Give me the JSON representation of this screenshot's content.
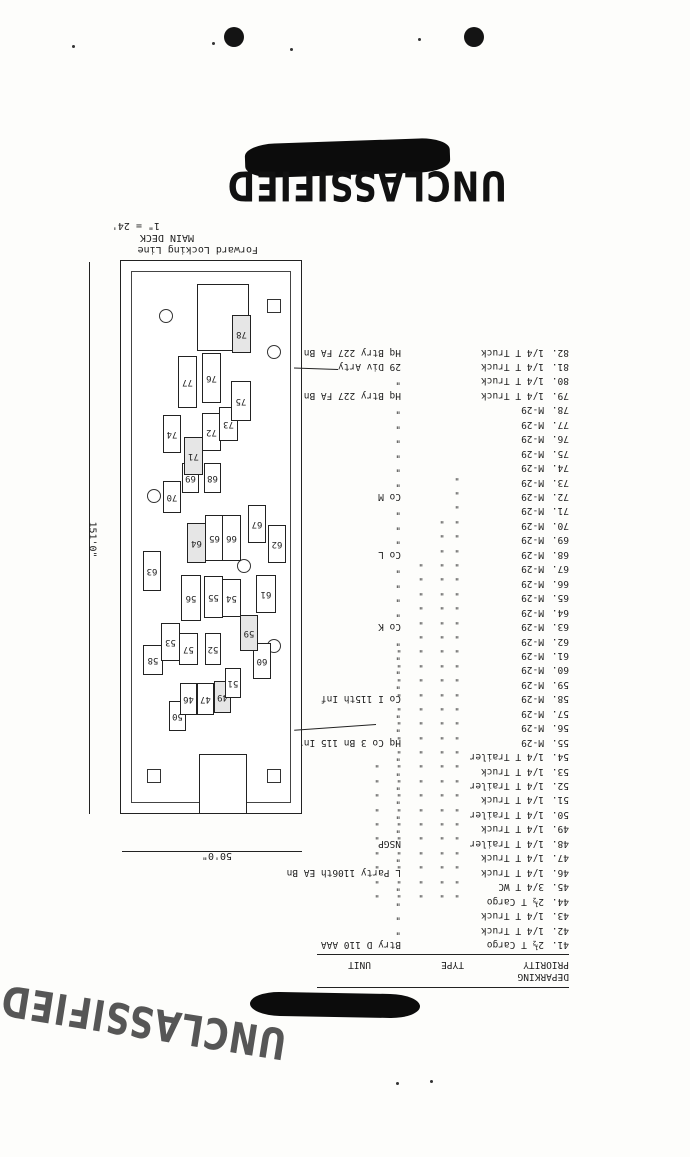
{
  "stamp": {
    "top": "UNCLASSIFIED",
    "bottom": "UNCLASSIFIED"
  },
  "table": {
    "title": "DEPARKING",
    "headers": {
      "priority": "PRIORITY",
      "type": "TYPE",
      "unit": "UNIT"
    },
    "rows": [
      {
        "n": "41.",
        "t": "2½ T Cargo",
        "u": "Btry D 110 AAA"
      },
      {
        "n": "42.",
        "t": "1/4 T Truck",
        "u": "\""
      },
      {
        "n": "43.",
        "t": "1/4 T Truck",
        "u": "\""
      },
      {
        "n": "44.",
        "t": "2½ T Cargo",
        "u": "\""
      },
      {
        "n": "45.",
        "t": "3/4 T WC",
        "u": "\""
      },
      {
        "n": "46.",
        "t": "1/4 T Truck",
        "u": "L Party 1106th EA Bn"
      },
      {
        "n": "47.",
        "t": "1/4 T Truck",
        "u": "\""
      },
      {
        "n": "48.",
        "t": "1/4 T Trailer",
        "u": "NSGP"
      },
      {
        "n": "49.",
        "t": "1/4 T Truck",
        "u": "\""
      },
      {
        "n": "50.",
        "t": "1/4 T Trailer",
        "u": "\""
      },
      {
        "n": "51.",
        "t": "1/4 T Truck",
        "u": "\""
      },
      {
        "n": "52.",
        "t": "1/4 T Trailer",
        "u": "\""
      },
      {
        "n": "53.",
        "t": "1/4 T Truck",
        "u": "\""
      },
      {
        "n": "54.",
        "t": "1/4 T Trailer",
        "u": "\""
      },
      {
        "n": "55.",
        "t": "M-29",
        "u": "Hq Co 3 Bn 115 Inf"
      },
      {
        "n": "56.",
        "t": "M-29",
        "u": "\""
      },
      {
        "n": "57.",
        "t": "M-29",
        "u": "\""
      },
      {
        "n": "58.",
        "t": "M-29",
        "u": "Co I 115th Inf"
      },
      {
        "n": "59.",
        "t": "M-29",
        "u": "\""
      },
      {
        "n": "60.",
        "t": "M-29",
        "u": "\""
      },
      {
        "n": "61.",
        "t": "M-29",
        "u": "\""
      },
      {
        "n": "62.",
        "t": "M-29",
        "u": "\""
      },
      {
        "n": "63.",
        "t": "M-29",
        "u": "Co K"
      },
      {
        "n": "64.",
        "t": "M-29",
        "u": "\""
      },
      {
        "n": "65.",
        "t": "M-29",
        "u": "\""
      },
      {
        "n": "66.",
        "t": "M-29",
        "u": "\""
      },
      {
        "n": "67.",
        "t": "M-29",
        "u": "\""
      },
      {
        "n": "68.",
        "t": "M-29",
        "u": "Co L"
      },
      {
        "n": "69.",
        "t": "M-29",
        "u": "\""
      },
      {
        "n": "70.",
        "t": "M-29",
        "u": "\""
      },
      {
        "n": "71.",
        "t": "M-29",
        "u": "\""
      },
      {
        "n": "72.",
        "t": "M-29",
        "u": "Co M"
      },
      {
        "n": "73.",
        "t": "M-29",
        "u": "\""
      },
      {
        "n": "74.",
        "t": "M-29",
        "u": "\""
      },
      {
        "n": "75.",
        "t": "M-29",
        "u": "\""
      },
      {
        "n": "76.",
        "t": "M-29",
        "u": "\""
      },
      {
        "n": "77.",
        "t": "M-29",
        "u": "\""
      },
      {
        "n": "78.",
        "t": "M-29",
        "u": "\""
      },
      {
        "n": "79.",
        "t": "1/4 T Truck",
        "u": "Hq Btry 227 FA Bn"
      },
      {
        "n": "80.",
        "t": "1/4 T Truck",
        "u": "\""
      },
      {
        "n": "81.",
        "t": "1/4 T Truck",
        "u": "29 Div Arty"
      },
      {
        "n": "82.",
        "t": "1/4 T Truck",
        "u": "Hq Btry 227 FA Bn"
      }
    ]
  },
  "deck": {
    "title_line1": "Forward Locking Line",
    "title_line2": "MAIN DECK",
    "scale": "1\" = 24'",
    "length": "151'0\"",
    "width": "50'0\"",
    "slots": [
      "50",
      "46",
      "47",
      "49",
      "51",
      "58",
      "60",
      "52",
      "53",
      "57",
      "59",
      "61",
      "62",
      "54",
      "55",
      "56",
      "63",
      "64",
      "65",
      "66",
      "67",
      "68",
      "69",
      "70",
      "71",
      "72",
      "73",
      "74",
      "75",
      "76",
      "77",
      "78"
    ]
  }
}
